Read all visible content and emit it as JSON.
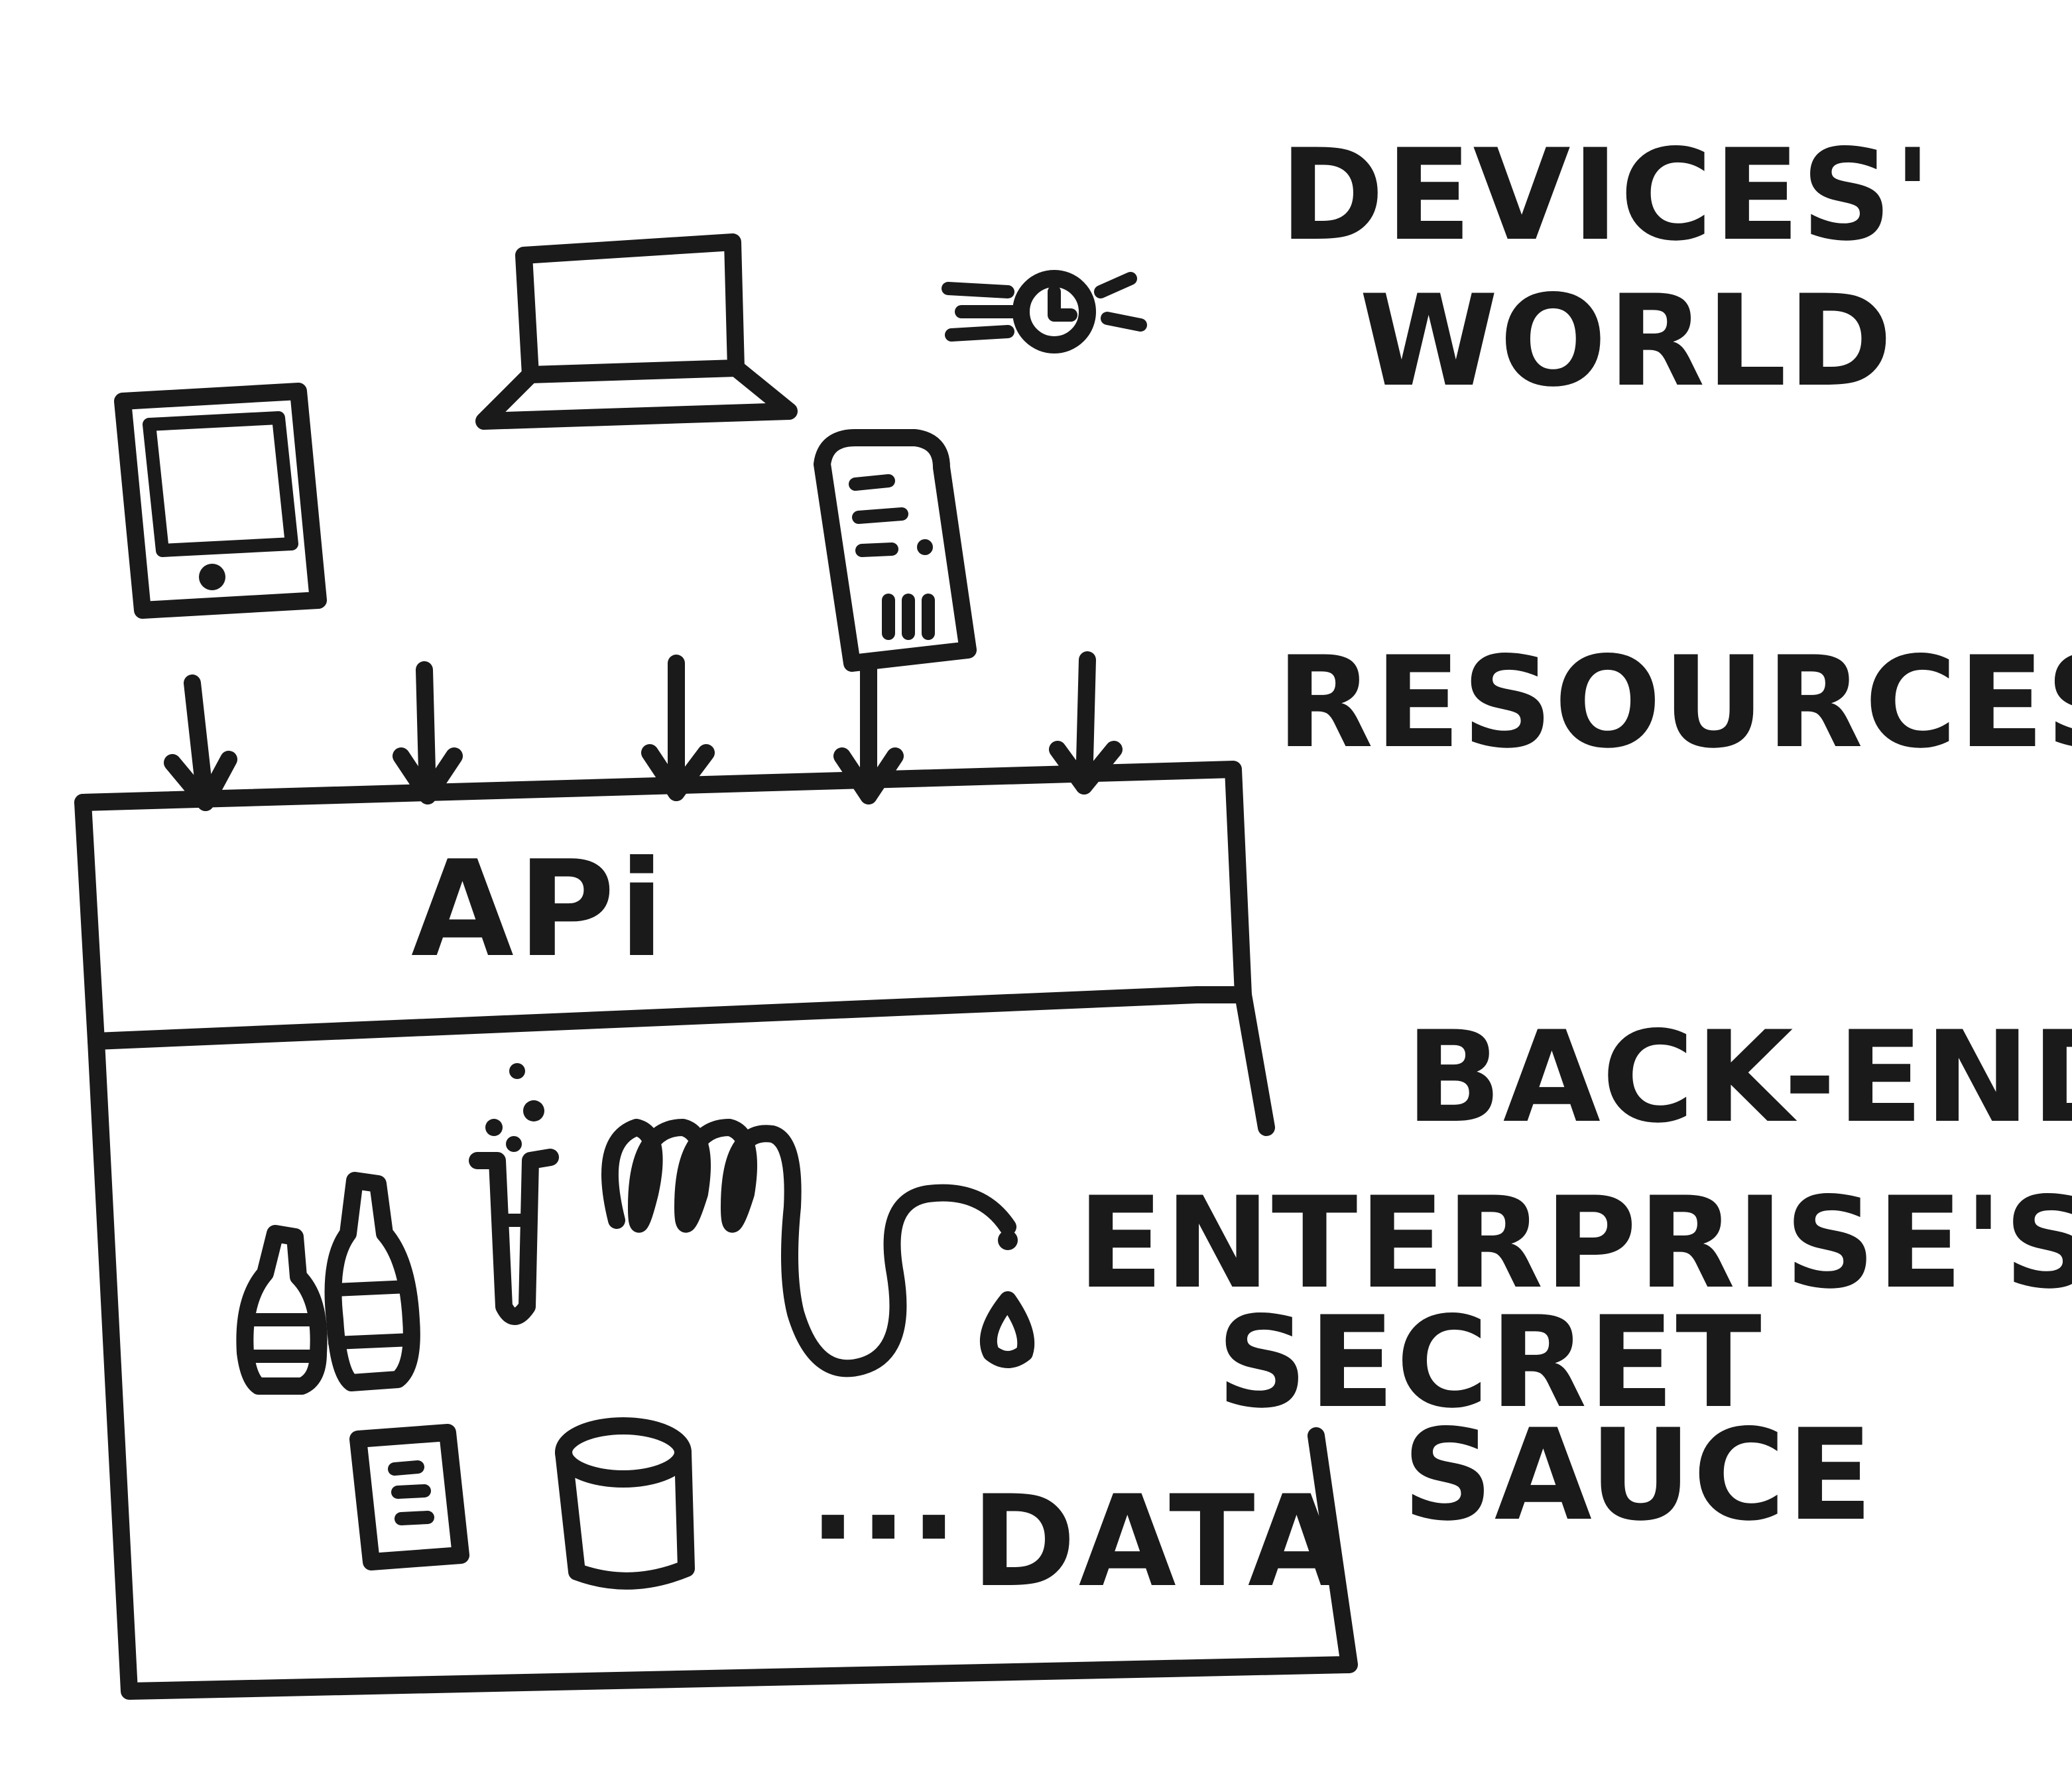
{
  "labels": {
    "devices_line1": "DEVICES'",
    "devices_line2": "WORLD",
    "resources": "RESOURCES",
    "api": "APi",
    "backend": "BACK-END",
    "secret_line1": "ENTERPRISE'S",
    "secret_line2": "SECRET",
    "secret_line3": "SAUCE",
    "ellipsis": "...",
    "data": "DATA"
  },
  "icons": {
    "devices": [
      "tablet-icon",
      "laptop-icon",
      "smartwatch-icon",
      "remote-control-icon"
    ],
    "backend": [
      "bottles-icon",
      "test-tube-icon",
      "coiled-wire-icon",
      "document-icon",
      "database-icon"
    ]
  },
  "colors": {
    "ink": "#1a1a1a",
    "background": "#ffffff"
  }
}
